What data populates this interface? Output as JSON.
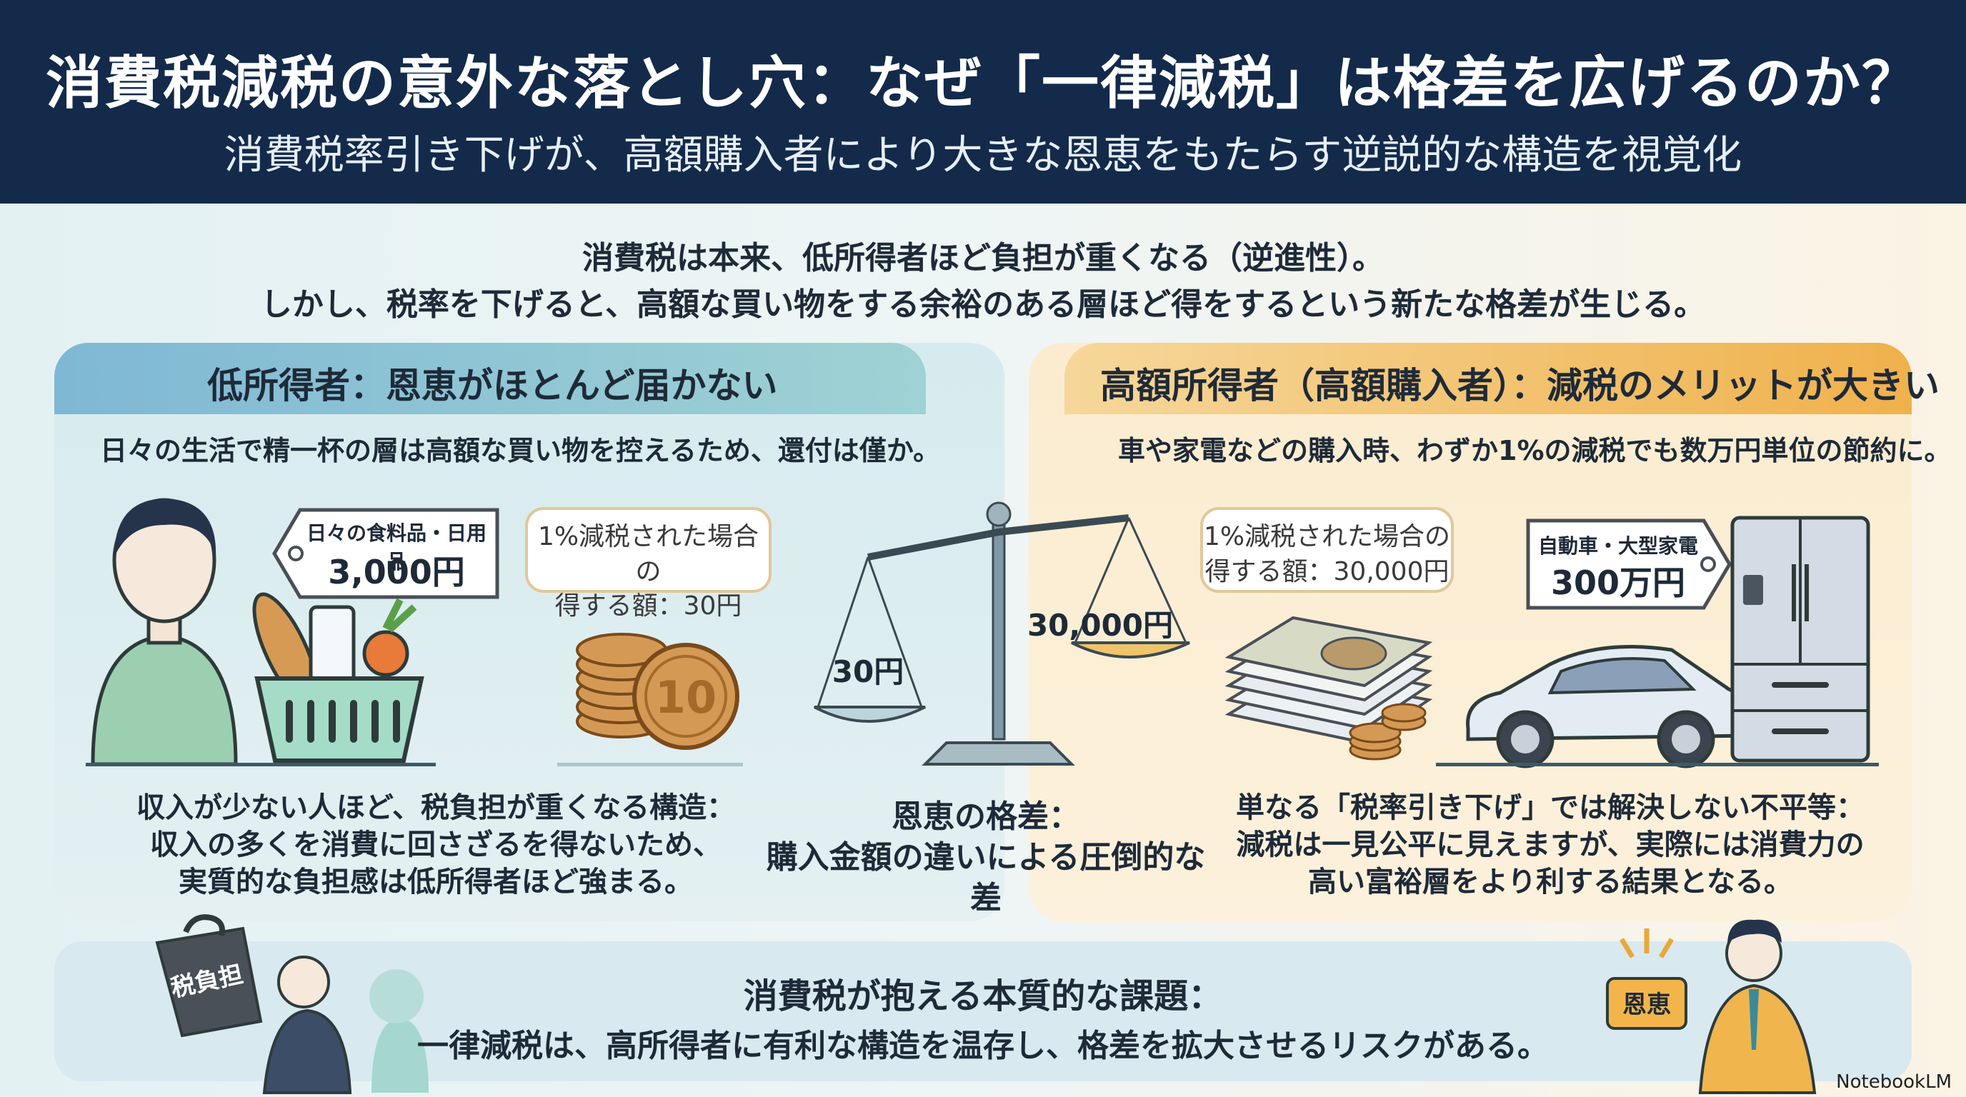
{
  "header": {
    "title": "消費税減税の意外な落とし穴：なぜ「一律減税」は格差を広げるのか？",
    "subtitle": "消費税率引き下げが、高額購入者により大きな恩恵をもたらす逆説的な構造を視覚化"
  },
  "intro": {
    "line1": "消費税は本来、低所得者ほど負担が重くなる（逆進性）。",
    "line2": "しかし、税率を下げると、高額な買い物をする余裕のある層ほど得をするという新たな格差が生じる。"
  },
  "left": {
    "title": "低所得者：恩恵がほとんど届かない",
    "desc": "日々の生活で精一杯の層は高額な買い物を控えるため、還付は僅か。",
    "tag_label": "日々の食料品・日用品",
    "tag_price": "3,000円",
    "bubble_line1": "1%減税された場合の",
    "bubble_line2": "得する額：30円",
    "coin_label": "10",
    "bottom_line1": "収入が少ない人ほど、税負担が重くなる構造：",
    "bottom_line2": "収入の多くを消費に回さざるを得ないため、",
    "bottom_line3": "実質的な負担感は低所得者ほど強まる。",
    "weight_label": "税負担"
  },
  "center": {
    "scale_left": "30円",
    "scale_right": "30,000円",
    "caption1": "恩恵の格差：",
    "caption2": "購入金額の違いによる圧倒的な差"
  },
  "right": {
    "title": "高額所得者（高額購入者）：減税のメリットが大きい",
    "desc": "車や家電などの購入時、わずか1%の減税でも数万円単位の節約に。",
    "bubble_line1": "1%減税された場合の",
    "bubble_line2": "得する額：30,000円",
    "tag_label": "自動車・大型家電",
    "tag_price": "300万円",
    "bottom_line1": "単なる「税率引き下げ」では解決しない不平等：",
    "bottom_line2": "減税は一見公平に見えますが、実際には消費力の",
    "bottom_line3": "高い富裕層をより利する結果となる。",
    "benefit_label": "恩恵"
  },
  "bottom": {
    "line1": "消費税が抱える本質的な課題：",
    "line2": "一律減税は、高所得者に有利な構造を温存し、格差を拡大させるリスクがある。"
  },
  "brand": "NotebookLM",
  "colors": {
    "header_bg": "#132a4a",
    "left_accent": "#7fb8d4",
    "right_accent": "#efb14c"
  }
}
